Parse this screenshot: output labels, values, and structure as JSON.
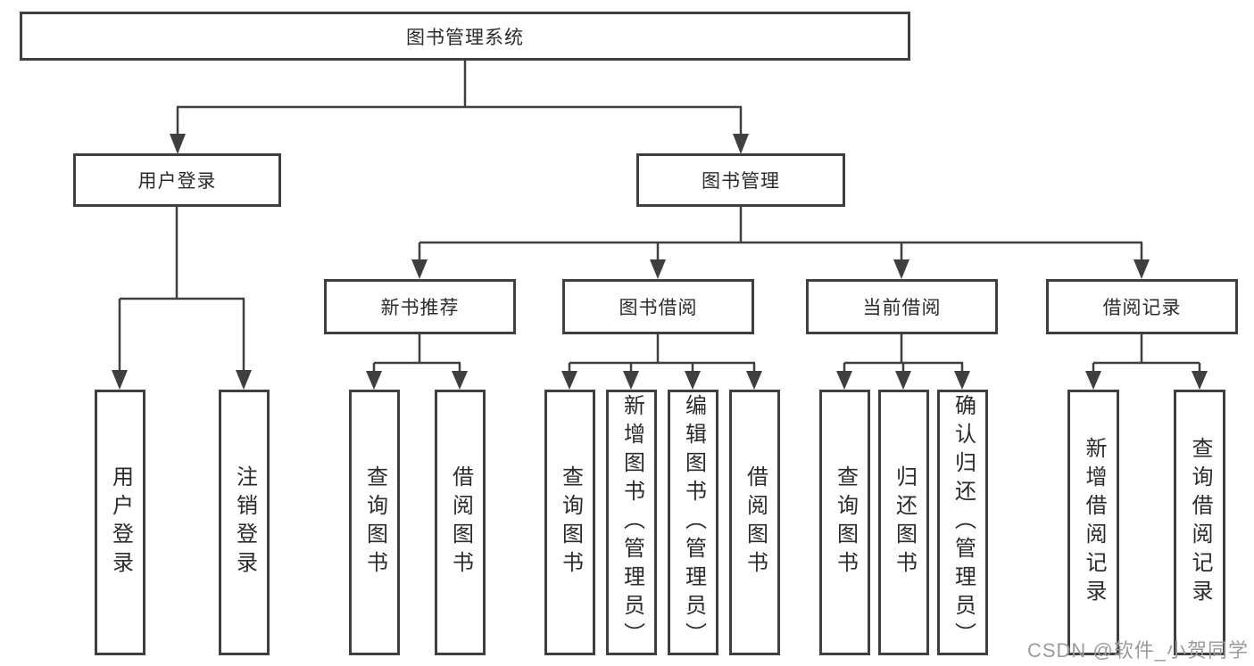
{
  "tree": {
    "root": {
      "label": "图书管理系统"
    },
    "branches": [
      {
        "label": "用户登录",
        "leaves": [
          {
            "label": "用户登录"
          },
          {
            "label": "注销登录"
          }
        ]
      },
      {
        "label": "图书管理",
        "children": [
          {
            "label": "新书推荐",
            "leaves": [
              {
                "label": "查询图书"
              },
              {
                "label": "借阅图书"
              }
            ]
          },
          {
            "label": "图书借阅",
            "leaves": [
              {
                "label": "查询图书"
              },
              {
                "label": "新增图书（管理员）"
              },
              {
                "label": "编辑图书（管理员）"
              },
              {
                "label": "借阅图书"
              }
            ]
          },
          {
            "label": "当前借阅",
            "leaves": [
              {
                "label": "查询图书"
              },
              {
                "label": "归还图书"
              },
              {
                "label": "确认归还（管理员）"
              }
            ]
          },
          {
            "label": "借阅记录",
            "leaves": [
              {
                "label": "新增借阅记录"
              },
              {
                "label": "查询借阅记录"
              }
            ]
          }
        ]
      }
    ]
  },
  "watermark": {
    "text": "CSDN @软件_小贺同学"
  },
  "colors": {
    "line": "#3f3f3f",
    "box_border": "#3f3f3f",
    "text": "#2b2b2b",
    "background": "#ffffff",
    "watermark": "#9b9b9b"
  },
  "icons": {
    "arrowhead": "solid-triangle-down"
  }
}
